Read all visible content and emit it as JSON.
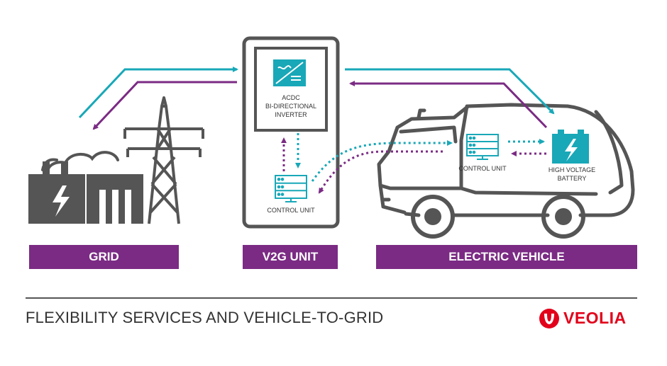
{
  "colors": {
    "teal": "#18a8b8",
    "purple": "#7b2b84",
    "gray": "#555555",
    "veolia_red": "#e2001a"
  },
  "v2g_unit": {
    "inverter_label_lines": [
      "ACDC",
      "BI-DIRECTIONAL",
      "INVERTER"
    ],
    "control_unit_label": "CONTROL UNIT",
    "inverter_icon": "inverter-icon",
    "server_icon": "server-icon"
  },
  "vehicle": {
    "control_unit_label": "CONTROL UNIT",
    "battery_label_lines": [
      "HIGH VOLTAGE",
      "BATTERY"
    ],
    "battery_icon": "battery-lightning-icon"
  },
  "sections": {
    "grid": "GRID",
    "v2g": "V2G UNIT",
    "ev": "ELECTRIC VEHICLE"
  },
  "footer": {
    "title": "FLEXIBILITY SERVICES AND VEHICLE-TO-GRID",
    "logo_text": "VEOLIA"
  }
}
